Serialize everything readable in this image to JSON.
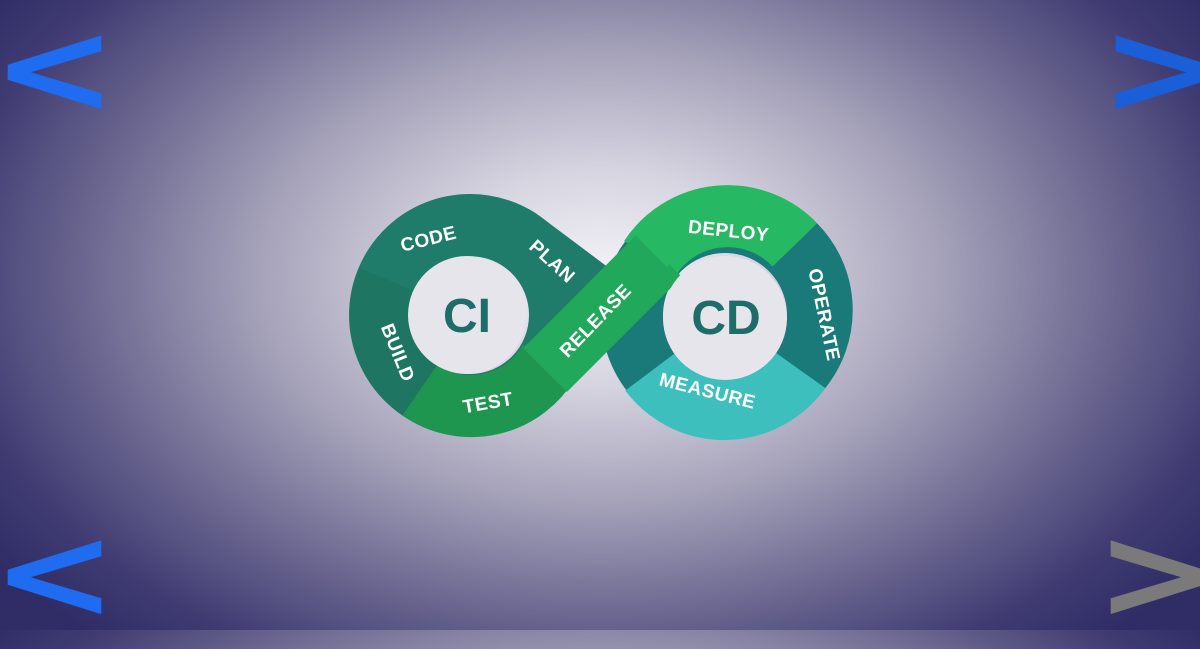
{
  "background": {
    "center_color": "#f4f3f7",
    "edge_color": "#2f2c66"
  },
  "chevrons": {
    "top_left": {
      "glyph": "<",
      "color": "#1f6cf0"
    },
    "top_right": {
      "glyph": ">",
      "color": "#1a5fd8"
    },
    "bottom_left": {
      "glyph": "<",
      "color": "#1f6cf0"
    },
    "bottom_right": {
      "glyph": ">",
      "color": "#7a7a7a"
    }
  },
  "diagram": {
    "shape": "infinity-loop",
    "ci_label": "CI",
    "cd_label": "CD",
    "stages": {
      "code": "CODE",
      "plan": "PLAN",
      "build": "BUILD",
      "test": "TEST",
      "release": "RELEASE",
      "deploy": "DEPLOY",
      "operate": "OPERATE",
      "measure": "MEASURE"
    },
    "colors": {
      "dark_teal": "#1f7c6a",
      "green": "#1f9650",
      "bright_green": "#27b863",
      "teal": "#1a7a7a",
      "cyan": "#3cbfbd",
      "hub_text": "#1f6d68"
    }
  }
}
